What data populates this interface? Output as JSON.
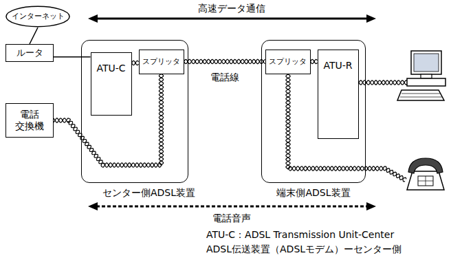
{
  "diagram": {
    "nodes": [
      {
        "text": [
          "インターネット"
        ]
      },
      {
        "text": [
          "ルータ"
        ]
      },
      {
        "text": [
          "センター側ADSL装置"
        ]
      },
      {
        "text": [
          "ATU-C"
        ],
        "in": 2
      },
      {
        "text": [
          "スプリッタ"
        ],
        "in": 2
      },
      {
        "text": [
          "電話 交換機"
        ]
      },
      {
        "text": [
          "端末側ADSL装置"
        ]
      },
      {
        "text": [
          "スプリッタ"
        ],
        "in": 6
      },
      {
        "text": [
          "ATU-R"
        ],
        "in": 6
      }
    ],
    "edges": [
      {
        "from": 0,
        "to": 1,
        "arrow": "none"
      },
      {
        "from": 1,
        "to": 3,
        "arrow": "none"
      },
      {
        "from": 3,
        "to": 4,
        "arrow": "none"
      },
      {
        "from": 4,
        "to": 7,
        "label": "電話線",
        "arrow": "none"
      },
      {
        "from": 4,
        "to": 5,
        "arrow": "none"
      },
      {
        "from": 7,
        "to": 8,
        "arrow": "none"
      }
    ],
    "labels": [
      "高速データ通信",
      "電話音声",
      "ATU-C：ADSL Transmission Unit-Center",
      "ADSL伝送装置（ADSLモデム）ーセンター側"
    ]
  }
}
